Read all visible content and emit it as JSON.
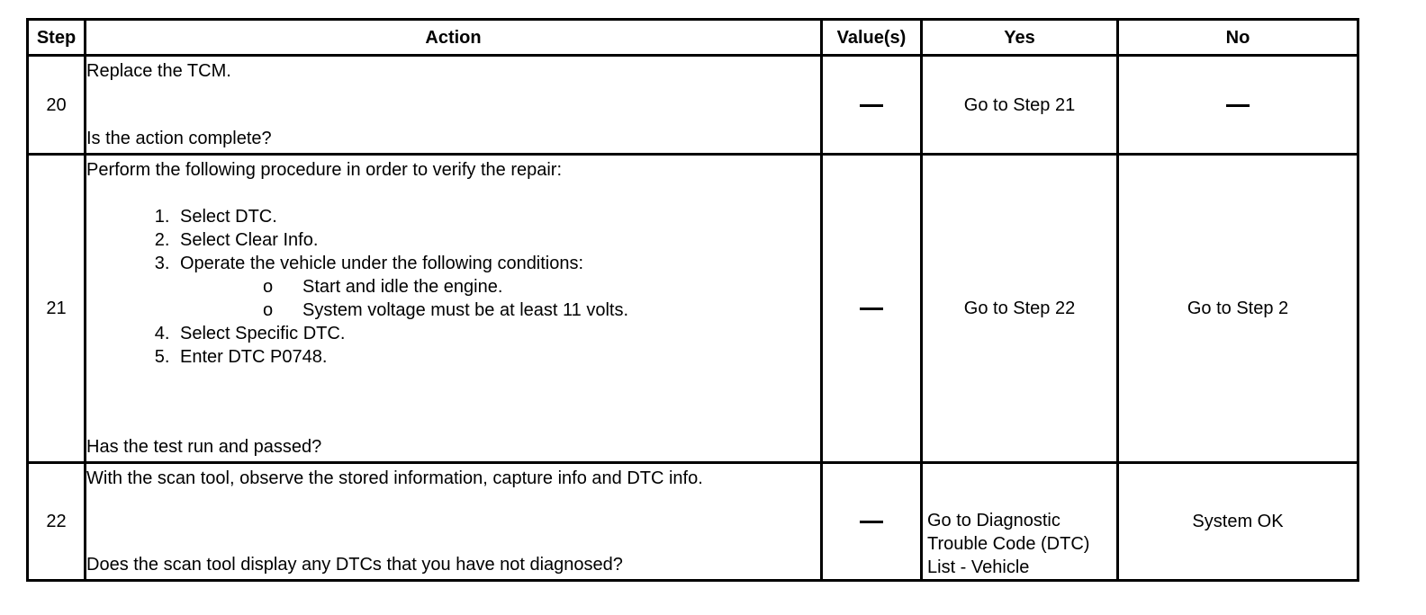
{
  "header": {
    "step": "Step",
    "action": "Action",
    "values": "Value(s)",
    "yes": "Yes",
    "no": "No"
  },
  "rows": [
    {
      "step": "20",
      "action_intro": "Replace the TCM.",
      "question": "Is the action complete?",
      "yes": "Go to Step 21"
    },
    {
      "step": "21",
      "action_intro": "Perform the following procedure in order to verify the repair:",
      "procedure": [
        "Select DTC.",
        "Select Clear Info.",
        "Operate the vehicle under the following conditions:",
        "Select Specific DTC.",
        "Enter DTC P0748."
      ],
      "conditions": [
        "Start and idle the engine.",
        "System voltage must be at least 11 volts."
      ],
      "condition_bullet": "o",
      "question": "Has the test run and passed?",
      "yes": "Go to Step 22",
      "no": "Go to Step 2"
    },
    {
      "step": "22",
      "action_intro": "With the scan tool, observe the stored information, capture info and DTC info.",
      "question": "Does the scan tool display any DTCs that you have not diagnosed?",
      "yes": "Go to Diagnostic Trouble Code (DTC) List - Vehicle",
      "no": "System OK"
    }
  ]
}
